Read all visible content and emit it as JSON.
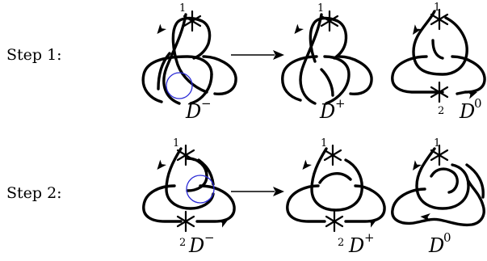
{
  "figure": {
    "rows": [
      {
        "step_label": "Step 1:",
        "diagrams": [
          {
            "symbol": "D",
            "sign": "−",
            "markers": [
              "1"
            ],
            "circled_crossing": true
          },
          {
            "symbol": "D",
            "sign": "+",
            "markers": [
              "1"
            ],
            "circled_crossing": false
          },
          {
            "symbol": "D",
            "sign": "0",
            "markers": [
              "1",
              "2"
            ],
            "circled_crossing": false
          }
        ]
      },
      {
        "step_label": "Step 2:",
        "diagrams": [
          {
            "symbol": "D",
            "sign": "−",
            "markers": [
              "1",
              "2"
            ],
            "circled_crossing": true
          },
          {
            "symbol": "D",
            "sign": "+",
            "markers": [
              "1",
              "2"
            ],
            "circled_crossing": false
          },
          {
            "symbol": "D",
            "sign": "0",
            "markers": [
              "1"
            ],
            "circled_crossing": false
          }
        ]
      }
    ],
    "colors": {
      "strand": "#000000",
      "highlight_circle": "#2b2bd6"
    }
  }
}
